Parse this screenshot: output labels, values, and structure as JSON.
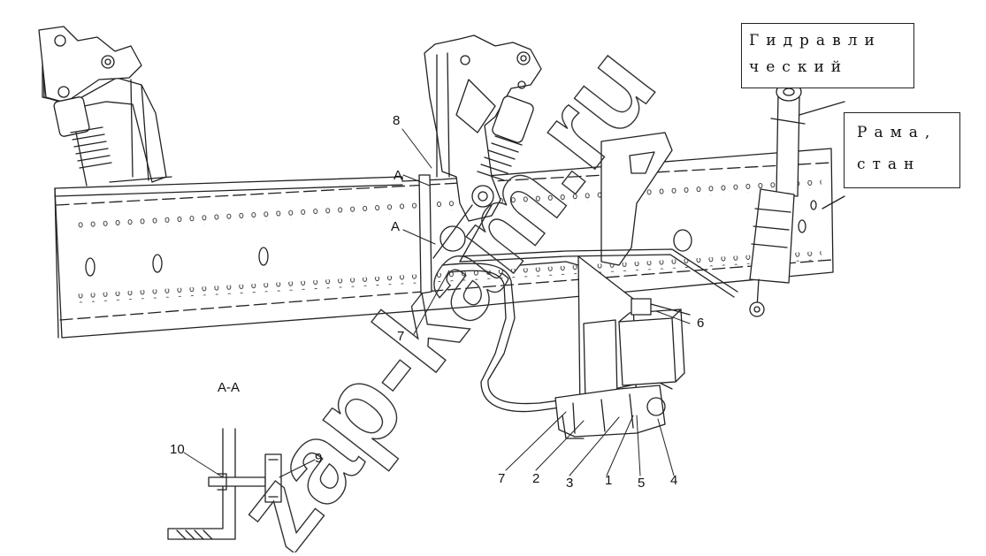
{
  "callouts": {
    "hydraulic": {
      "line1": "Гидравли",
      "line2": "ческий"
    },
    "frame": {
      "line1": "Рама,",
      "line2": "стан"
    }
  },
  "section_label": "А-А",
  "section_markers": {
    "upper": "А",
    "lower": "А"
  },
  "part_numbers": [
    "1",
    "2",
    "3",
    "4",
    "5",
    "6",
    "7",
    "7",
    "8",
    "9",
    "10"
  ],
  "watermark": "zap-kam.ru",
  "colors": {
    "line": "#222222",
    "background": "#ffffff"
  }
}
